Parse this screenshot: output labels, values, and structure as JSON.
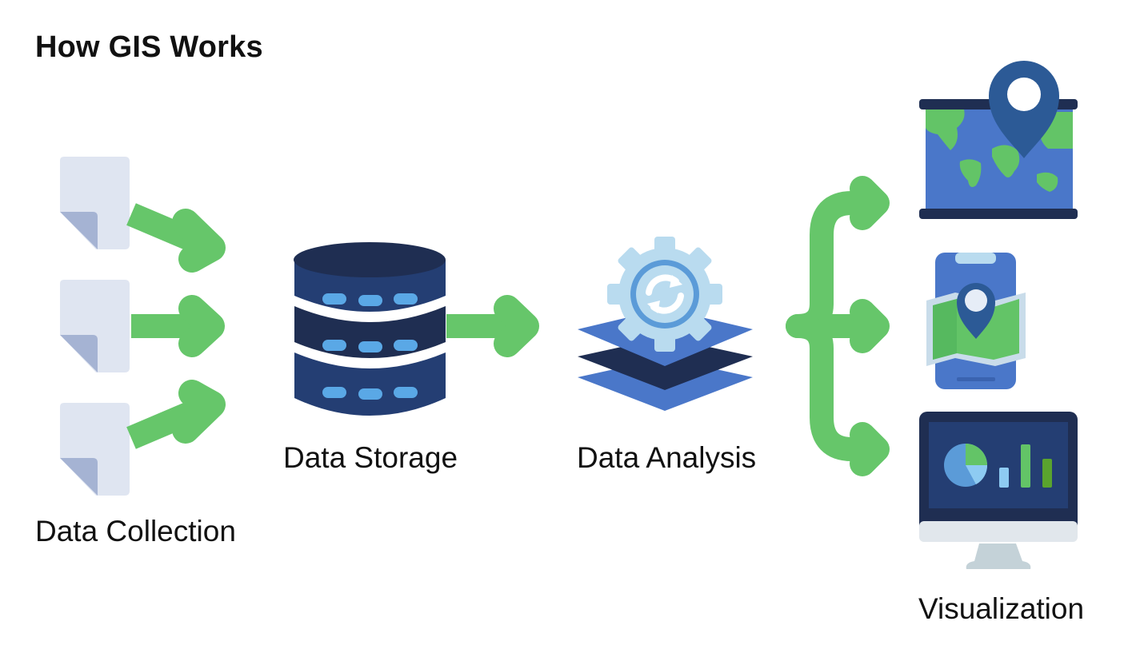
{
  "diagram": {
    "title": "How GIS Works",
    "stages": [
      {
        "id": "collection",
        "label": "Data Collection",
        "icon": "document-icon",
        "count": 3
      },
      {
        "id": "storage",
        "label": "Data Storage",
        "icon": "database-icon"
      },
      {
        "id": "analysis",
        "label": "Data Analysis",
        "icon": "gear-layers-icon"
      },
      {
        "id": "visualization",
        "label": "Visualization",
        "icons": [
          "wall-map-icon",
          "mobile-map-icon",
          "monitor-dashboard-icon"
        ]
      }
    ],
    "colors": {
      "arrow": "#66c66a",
      "navy": "#243e73",
      "dark_navy": "#1f2e52",
      "blue": "#4a77c9",
      "light_blue": "#5aa8e6",
      "paper": "#dfe5f1",
      "paper_fold": "#a5b3d3",
      "gear": "#b9dbef",
      "land": "#63c467"
    }
  }
}
